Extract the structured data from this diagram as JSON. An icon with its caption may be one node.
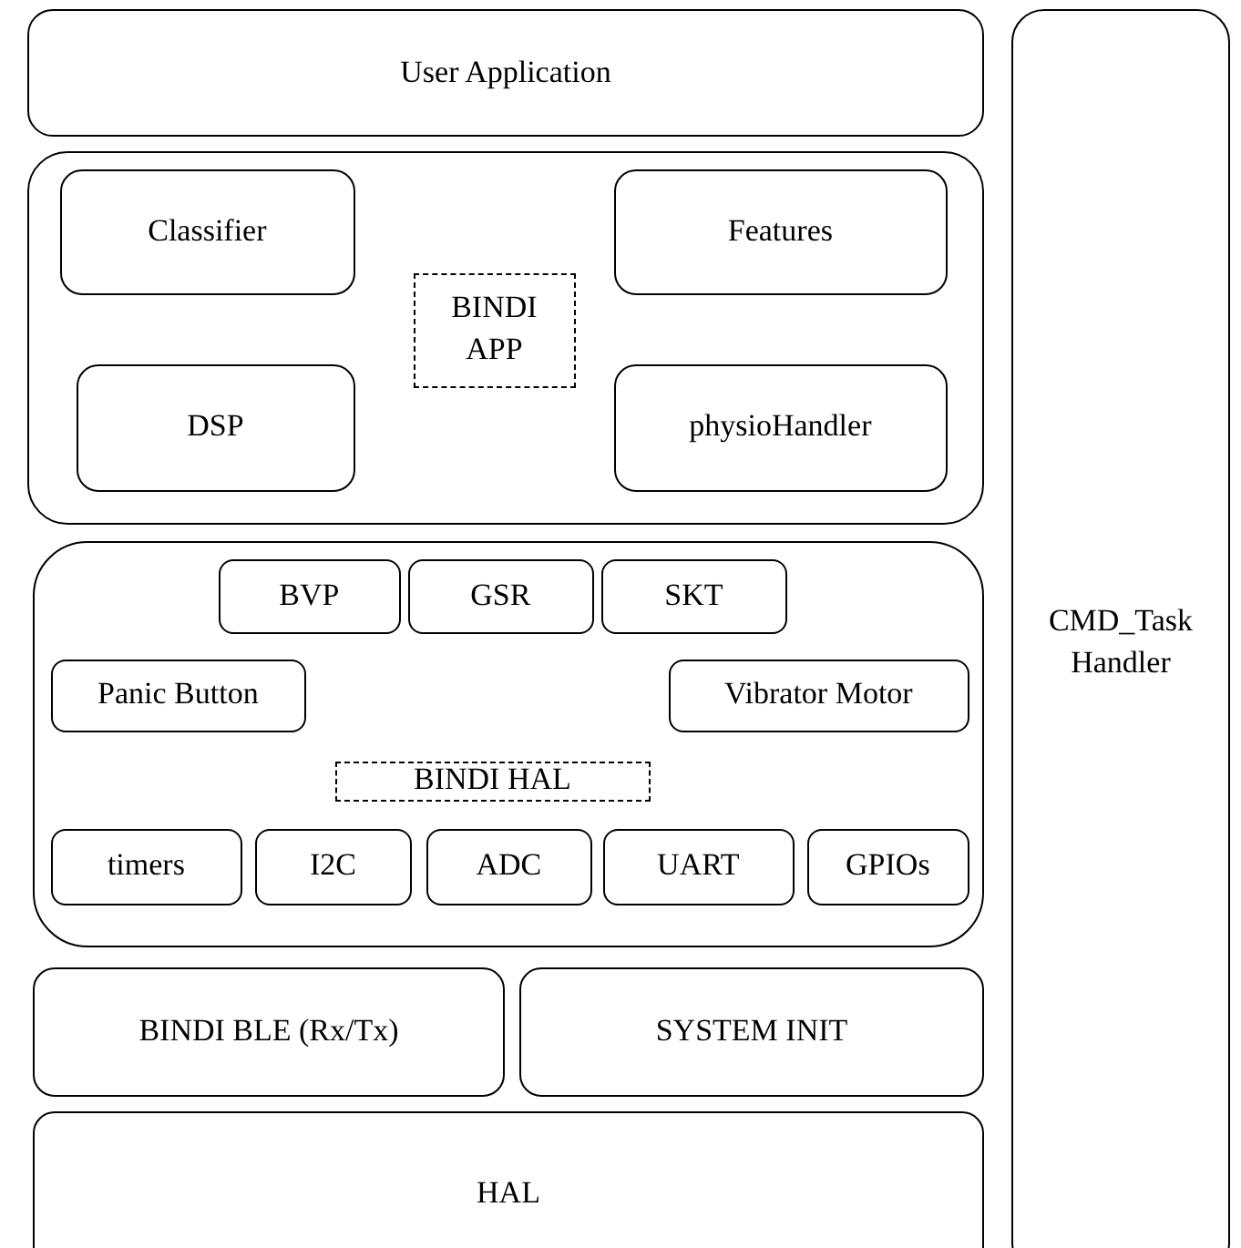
{
  "diagram": {
    "nodes": [
      {
        "text": [
          "User Application"
        ]
      },
      {
        "text": [
          "CMD_Task Handler"
        ]
      },
      {
        "text": [],
        "shape": "box"
      },
      {
        "text": [
          "Classifier"
        ],
        "in": 2
      },
      {
        "text": [
          "Features"
        ],
        "in": 2
      },
      {
        "text": [
          "BINDI APP"
        ],
        "in": 2
      },
      {
        "text": [
          "DSP"
        ],
        "in": 2
      },
      {
        "text": [
          "physioHandler"
        ],
        "in": 2
      },
      {
        "text": [],
        "shape": "box"
      },
      {
        "text": [
          "BVP"
        ],
        "in": 8
      },
      {
        "text": [
          "GSR"
        ],
        "in": 8
      },
      {
        "text": [
          "SKT"
        ],
        "in": 8
      },
      {
        "text": [
          "Panic Button"
        ],
        "in": 8
      },
      {
        "text": [
          "Vibrator Motor"
        ],
        "in": 8
      },
      {
        "text": [
          "BINDI HAL"
        ],
        "in": 8
      },
      {
        "text": [
          "timers"
        ],
        "in": 8
      },
      {
        "text": [
          "I2C"
        ],
        "in": 8
      },
      {
        "text": [
          "ADC"
        ],
        "in": 8
      },
      {
        "text": [
          "UART"
        ],
        "in": 8
      },
      {
        "text": [
          "GPIOs"
        ],
        "in": 8
      },
      {
        "text": [
          "BINDI BLE (Rx/Tx)"
        ]
      },
      {
        "text": [
          "SYSTEM INIT"
        ]
      },
      {
        "text": [
          "HAL"
        ]
      }
    ],
    "edges": []
  }
}
